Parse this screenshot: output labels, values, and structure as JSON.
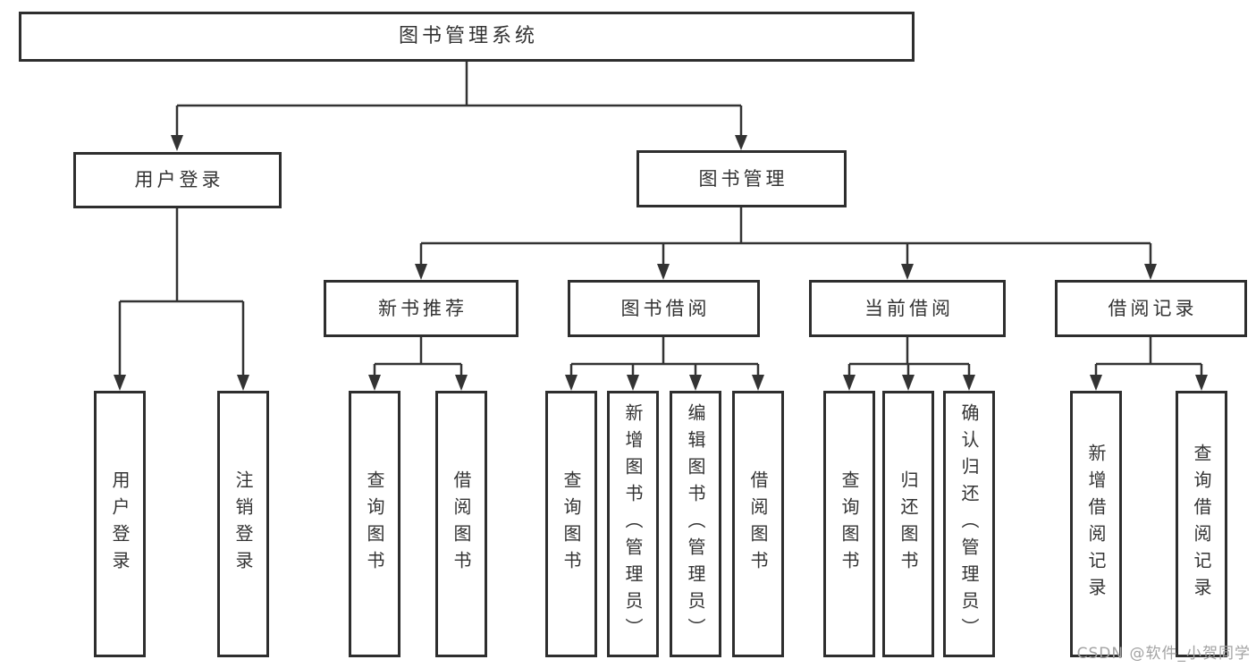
{
  "diagram": {
    "root": {
      "label": "图书管理系统"
    },
    "level2": [
      {
        "label": "用户登录",
        "leaves": [
          {
            "label": "用户登录"
          },
          {
            "label": "注销登录"
          }
        ]
      },
      {
        "label": "图书管理",
        "children": [
          {
            "label": "新书推荐",
            "leaves": [
              {
                "label": "查询图书"
              },
              {
                "label": "借阅图书"
              }
            ]
          },
          {
            "label": "图书借阅",
            "leaves": [
              {
                "label": "查询图书"
              },
              {
                "label": "新增图书（管理员）"
              },
              {
                "label": "编辑图书（管理员）"
              },
              {
                "label": "借阅图书"
              }
            ]
          },
          {
            "label": "当前借阅",
            "leaves": [
              {
                "label": "查询图书"
              },
              {
                "label": "归还图书"
              },
              {
                "label": "确认归还（管理员）"
              }
            ]
          },
          {
            "label": "借阅记录",
            "leaves": [
              {
                "label": "新增借阅记录"
              },
              {
                "label": "查询借阅记录"
              }
            ]
          }
        ]
      }
    ]
  },
  "watermark": {
    "text": "CSDN @软件_小贺同学"
  },
  "colors": {
    "line": "#333333",
    "border": "#2e2e2e",
    "text": "#333333",
    "watermark": "#a3a3a3",
    "background": "#ffffff"
  }
}
